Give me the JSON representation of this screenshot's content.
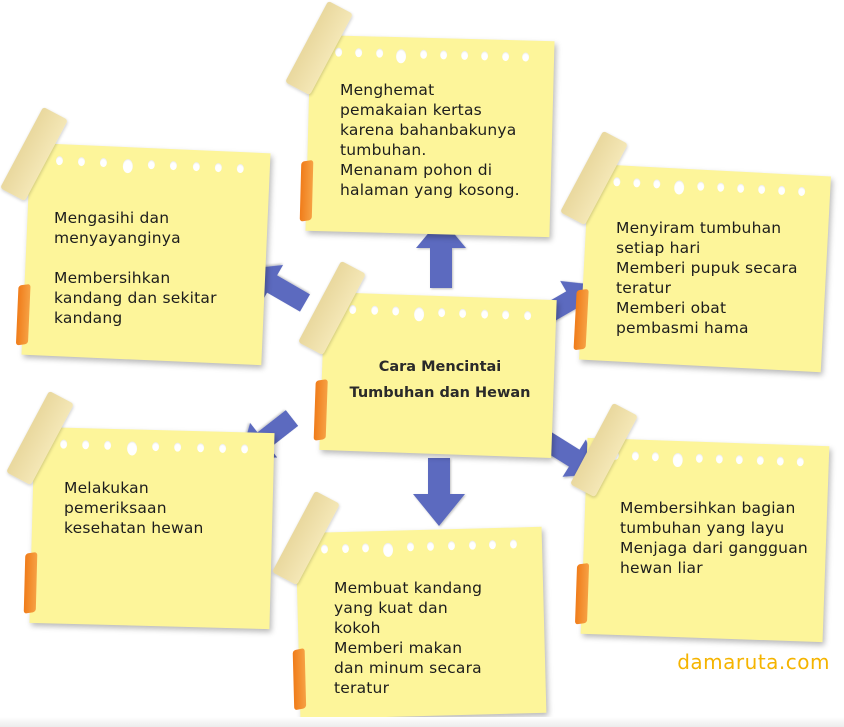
{
  "center": {
    "line1": "Cara Mencintai",
    "line2": "Tumbuhan dan Hewan"
  },
  "notes": {
    "top": "Menghemat\npemakaian kertas\nkarena bahanbakunya\ntumbuhan.\nMenanam pohon di\nhalaman yang kosong.",
    "top_left": "Mengasihi dan\nmenyayanginya\n\nMembersihkan\nkandang dan sekitar\nkandang",
    "top_right": "Menyiram tumbuhan\nsetiap hari\nMemberi pupuk secara\nteratur\nMemberi obat\npembasmi hama",
    "bottom_left": "Melakukan\npemeriksaan\nkesehatan hewan",
    "bottom": "Membuat kandang\nyang kuat dan\nkokoh\nMemberi makan\ndan minum secara\nteratur",
    "bottom_right": "Membersihkan bagian\ntumbuhan yang layu\nMenjaga dari gangguan\nhewan liar"
  },
  "watermark": "damaruta.com",
  "colors": {
    "note": "#fdf59a",
    "arrow": "#5b6bbf",
    "tape": "#eedfa8",
    "curl": "#f07c1a",
    "watermark": "#f5b400"
  }
}
